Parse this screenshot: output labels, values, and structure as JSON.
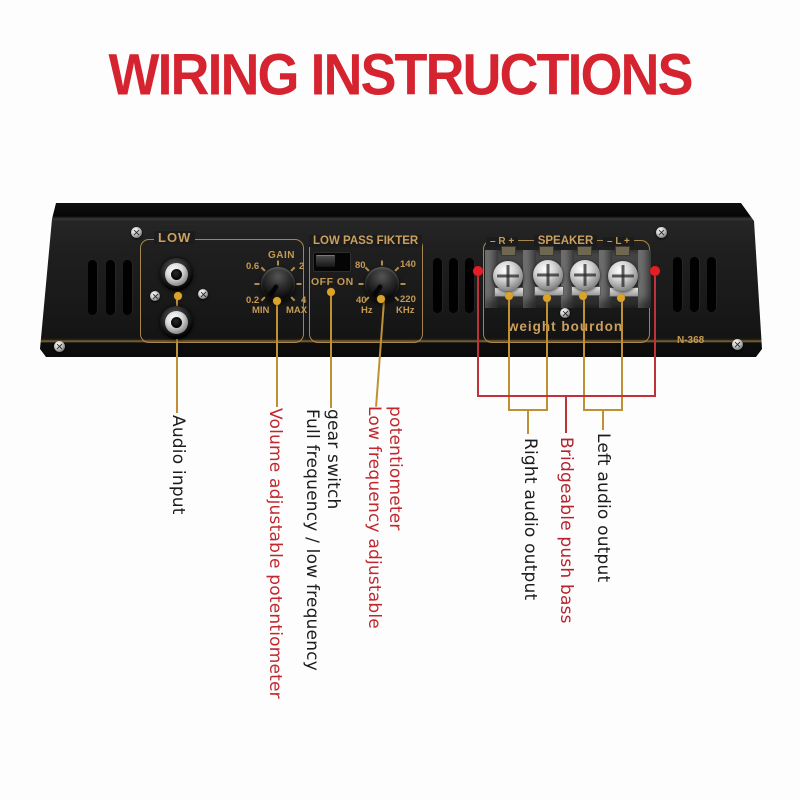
{
  "title": "WIRING INSTRUCTIONS",
  "colors": {
    "title_red": "#d52330",
    "red_label": "#c1272d",
    "black_label": "#1c1c1e",
    "panel_gold": "#c49a55",
    "callout_line_orange": "#c09134",
    "callout_line_red": "#c2303a"
  },
  "panel": {
    "model": "N-368",
    "low": {
      "title": "LOW"
    },
    "gain": {
      "title": "GAIN",
      "tl": "0.6",
      "tr": "2",
      "bl": "0.2",
      "br": "4",
      "min": "MIN",
      "max": "MAX"
    },
    "filter": {
      "title": "LOW PASS FIKTER",
      "switch_label": "OFF ON",
      "tl": "80",
      "tr": "140",
      "bl": "40",
      "br": "220",
      "unit_left": "Hz",
      "unit_right": "KHz"
    },
    "speaker": {
      "title": "SPEAKER",
      "right_terminal": "– R +",
      "left_terminal": "– L +",
      "brand": "weight bourdon"
    }
  },
  "callouts": {
    "audio_input": {
      "label": "Audio input"
    },
    "volume": {
      "label": "Volume adjustable potentiometer"
    },
    "gear_switch": {
      "line1": "gear switch",
      "line2": "Full frequency / low frequency"
    },
    "low_freq": {
      "line1": "potentiometer",
      "line2": "Low frequency adjustable"
    },
    "right_output": {
      "label": "Right audio output"
    },
    "bridge": {
      "label": "Bridgeable push bass"
    },
    "left_output": {
      "label": "Left audio output"
    }
  }
}
